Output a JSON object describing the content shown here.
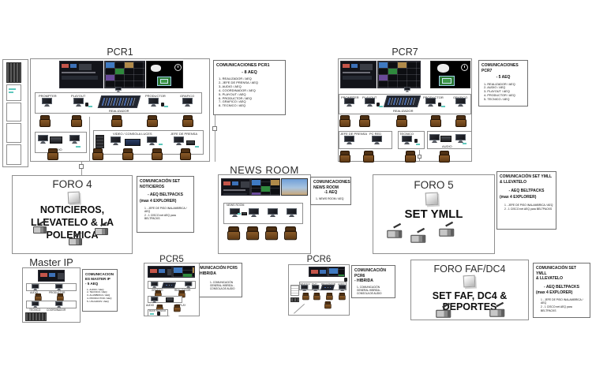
{
  "colors": {
    "chair": "#6b4320",
    "teal": "#5fc8bd",
    "screen_dark": "#14151a"
  },
  "pcr1": {
    "title": "PCR1",
    "stations": [
      "PROMPTER",
      "PLAYOUT",
      "PRODUCTOR",
      "GRAFICO"
    ],
    "realizador": "REALIZADOR",
    "audio": "AUDIO",
    "video_luces": "VIDEO / CONSOLA LUCES",
    "prensa": "JEFE DE PRENSA"
  },
  "comm_pcr1": {
    "title": "COMUNICACIONES PCR1",
    "subtitle": "- 8 AEQ",
    "items": [
      "1- REALIZADOR / AEQ",
      "2- JEFE DE PRENSA / AEQ",
      "3- AUDIO / AEQ",
      "4- COORDINADOR / AEQ",
      "5- PLAYOUT / AEQ",
      "6- PRODUCTOR / AEQ",
      "7- GRAFICO / AEQ",
      "8- TECNICO / AEQ"
    ]
  },
  "pcr7": {
    "title": "PCR7",
    "stations": [
      "PROMPTER",
      "PLAYOUT",
      "PRODUCTOR",
      "GRAFICO"
    ],
    "realizador": "REALIZADOR",
    "prensa": "JEFE DE PRENSA",
    "pc_red": "PC RED",
    "tecnico": "TECNICO",
    "audio": "AUDIO"
  },
  "comm_pcr7": {
    "title": "COMUNICACIONES PCR7",
    "subtitle": "- 5 AEQ",
    "items": [
      "1- REALIZADOR / AEQ",
      "2- AUDIO / AEQ",
      "3- PLAYOUT / AEQ",
      "4- PRODUCTOR / AEQ",
      "5- TECNICO / AEQ"
    ]
  },
  "foro4": {
    "title": "FORO 4",
    "set_name": "NOTICIEROS, LLEVATELO & LA POLEMICA"
  },
  "comm_noticieros": {
    "title_line1": "COMUNICACIÓN SET",
    "title_line2": "NOTICIEROS",
    "subtitle": "- AEQ BELTPACKS",
    "subtitle2": "(max 4 EXPLORER)",
    "items": [
      "1 - JEFE DE PISO INALAMBRICA / AEQ",
      "2 - 1 CISCO net AEQ para BELTPACKS"
    ]
  },
  "newsroom": {
    "title": "NEWS ROOM",
    "inner_label": "NEWS ROOM"
  },
  "comm_newsroom": {
    "title_line1": "COMUNICACIONES",
    "title_line2": "NEWS ROOM",
    "subtitle": "-1 AEQ",
    "items": [
      "1- NEWS ROOM / AEQ"
    ]
  },
  "foro5": {
    "title": "FORO 5",
    "set_name": "SET YMLL"
  },
  "comm_ymll": {
    "title_line1": "COMUNICACIÓN SET YMLL",
    "title_line2": "& LLEVATELO",
    "subtitle": "- AEQ BELTPACKS",
    "subtitle2": "(max 4 EXPLORER)",
    "items": [
      "1 - JEFE DE PISO INALAMBRICA / AEQ",
      "2 - 1 CISCO net AEQ para BELTPACKS"
    ]
  },
  "master": {
    "title": "Master IP",
    "row1": [
      "AUDIO",
      "PRODUCTOR"
    ],
    "row2": [
      "TECNICO",
      "COORDINADOR"
    ]
  },
  "comm_master": {
    "title_line1": "COMUNICACION",
    "title_line2": "ES MASTER IP",
    "subtitle": "- 5 AEQ",
    "items": [
      "1- AUDIO / AEQ",
      "2- TECNICO / AEQ",
      "3- ALAMBRICA / AEQ",
      "4- PRODUCTOR / AEQ",
      "5- USUARIOS / AEQ"
    ]
  },
  "pcr5": {
    "title": "PCR5",
    "row1": [
      "GRAFICO",
      "REALIZADOR"
    ],
    "row2": [
      "AUDIO",
      "REPLAY"
    ],
    "rack_label": "RACK TECNICO"
  },
  "comm_pcr5": {
    "title": "COMUNICACIÓN PCR5",
    "subtitle": "- HIBRIDA",
    "items": [
      "1- COMUNICACIÓN GENERAL HIBRIDA - CONSOLA DE AUDIO"
    ]
  },
  "pcr6": {
    "title": "PCR6",
    "stations": [
      "GRAFICO",
      "PLAY",
      "REALIZADOR",
      "AUDIO"
    ]
  },
  "comm_pcr6": {
    "title_line1": "COMUNICACIÓN",
    "title_line2": "PCR6",
    "subtitle": "- HIBRIDA",
    "items": [
      "1- COMUNICACIÓN GENERAL HIBRIDA - CONSOLA DE AUDIO"
    ]
  },
  "forofaf": {
    "title": "FORO FAF/DC4",
    "set_name": "SET FAF, DC4 & DEPORTES"
  },
  "comm_faf": {
    "title_line1": "COMUNICACIÓN SET YMLL",
    "title_line2": "& LLEVATELO",
    "subtitle": "- AEQ BELTPACKS",
    "subtitle2": "(max 4 EXPLORER)",
    "items": [
      "1 - JEFE DE PISO INALAMBRICA / AEQ",
      "2 - 1 CISCO net AEQ para BELTPACKS"
    ]
  }
}
